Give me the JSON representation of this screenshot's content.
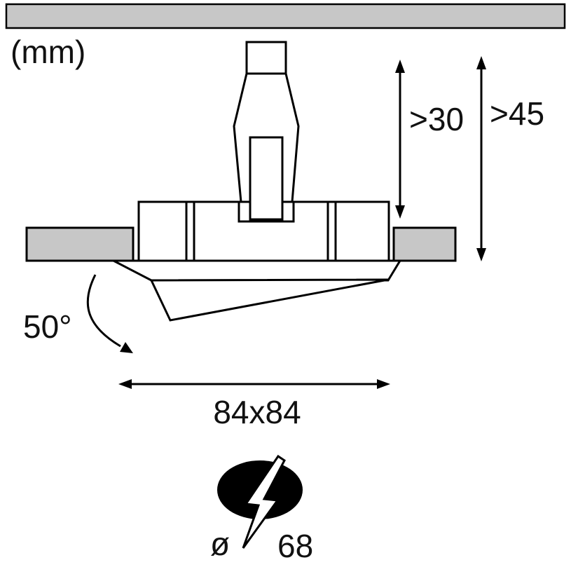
{
  "unit": {
    "label": "(mm)"
  },
  "dimensions": {
    "recess_depth": ">30",
    "installation_depth": ">45",
    "swivel_angle": "50°",
    "cutout_size": "84x84",
    "diameter_symbol": "ø",
    "diameter_value": "68"
  },
  "colors": {
    "ceiling_gray": "#c7c7c7",
    "ink": "#000000"
  },
  "icons": {
    "bolt": "lightning-bolt-icon"
  }
}
